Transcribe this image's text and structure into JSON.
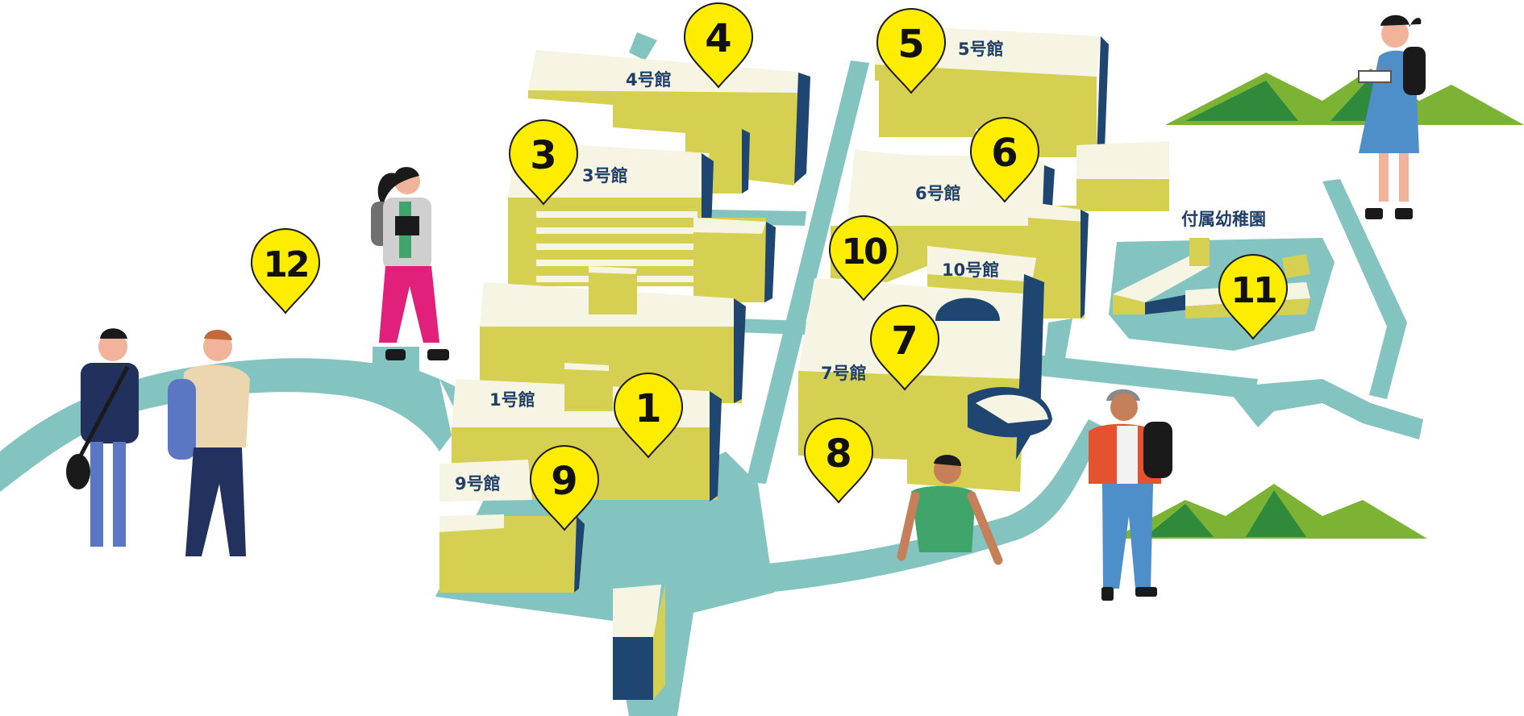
{
  "map": {
    "buildings": [
      {
        "id": "b1",
        "label": "1号館"
      },
      {
        "id": "b3",
        "label": "3号館"
      },
      {
        "id": "b4",
        "label": "4号館"
      },
      {
        "id": "b5",
        "label": "5号館"
      },
      {
        "id": "b6",
        "label": "6号館"
      },
      {
        "id": "b7",
        "label": "7号館"
      },
      {
        "id": "b9",
        "label": "9号館"
      },
      {
        "id": "b10",
        "label": "10号館"
      },
      {
        "id": "kindergarten",
        "label": "付属幼稚園"
      }
    ],
    "pins": [
      {
        "number": "1"
      },
      {
        "number": "3"
      },
      {
        "number": "4"
      },
      {
        "number": "5"
      },
      {
        "number": "6"
      },
      {
        "number": "7"
      },
      {
        "number": "8"
      },
      {
        "number": "9"
      },
      {
        "number": "10"
      },
      {
        "number": "11"
      },
      {
        "number": "12"
      }
    ],
    "colors": {
      "path": "#84c4c0",
      "building_top": "#f6f4e3",
      "building_wall": "#d5cf52",
      "building_side": "#1f4670",
      "pin_fill": "#ffed00",
      "label_text": "#1f3f68",
      "mountain_light": "#7cb334",
      "mountain_dark": "#2f8a3c"
    }
  }
}
